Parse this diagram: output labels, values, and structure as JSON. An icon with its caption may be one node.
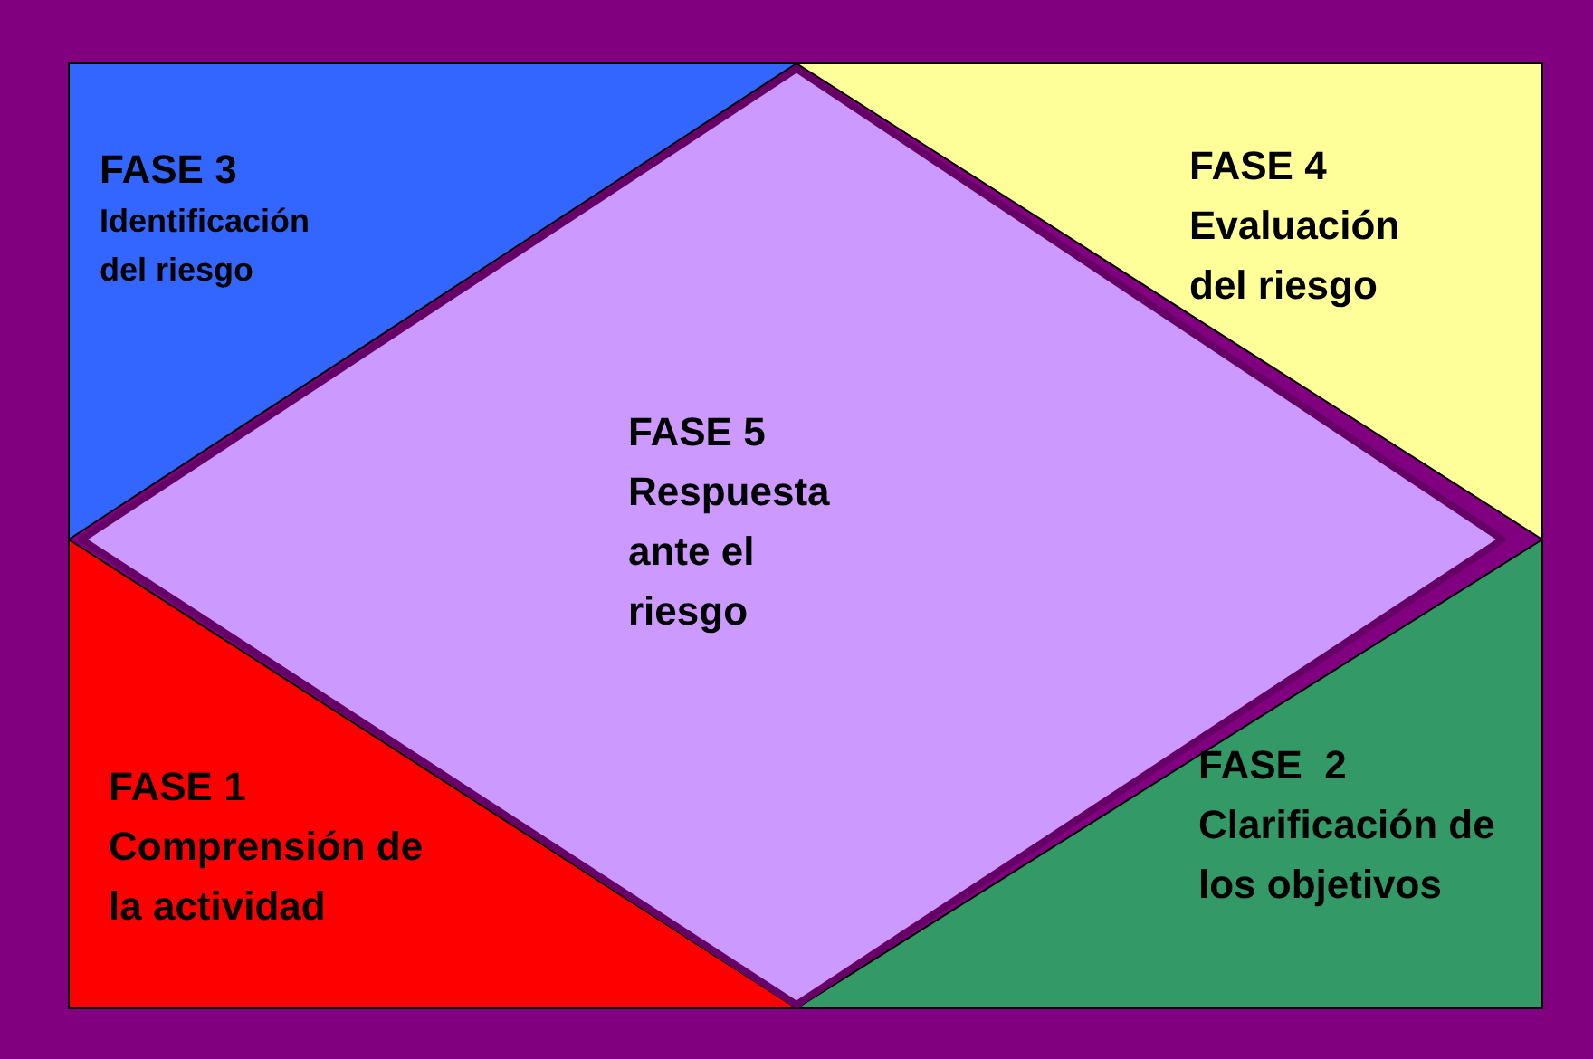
{
  "diagram": {
    "nodes": [
      {
        "text": [
          "FASE 3",
          "Identificación del riesgo"
        ]
      },
      {
        "text": [
          "FASE 4",
          "Evaluación del riesgo"
        ]
      },
      {
        "text": [
          "FASE 5",
          "Respuesta ante el riesgo"
        ]
      },
      {
        "text": [
          "FASE 1",
          "Comprensión de la actividad"
        ]
      },
      {
        "text": [
          "FASE  2",
          "Clarificación de los objetivos"
        ]
      }
    ]
  }
}
